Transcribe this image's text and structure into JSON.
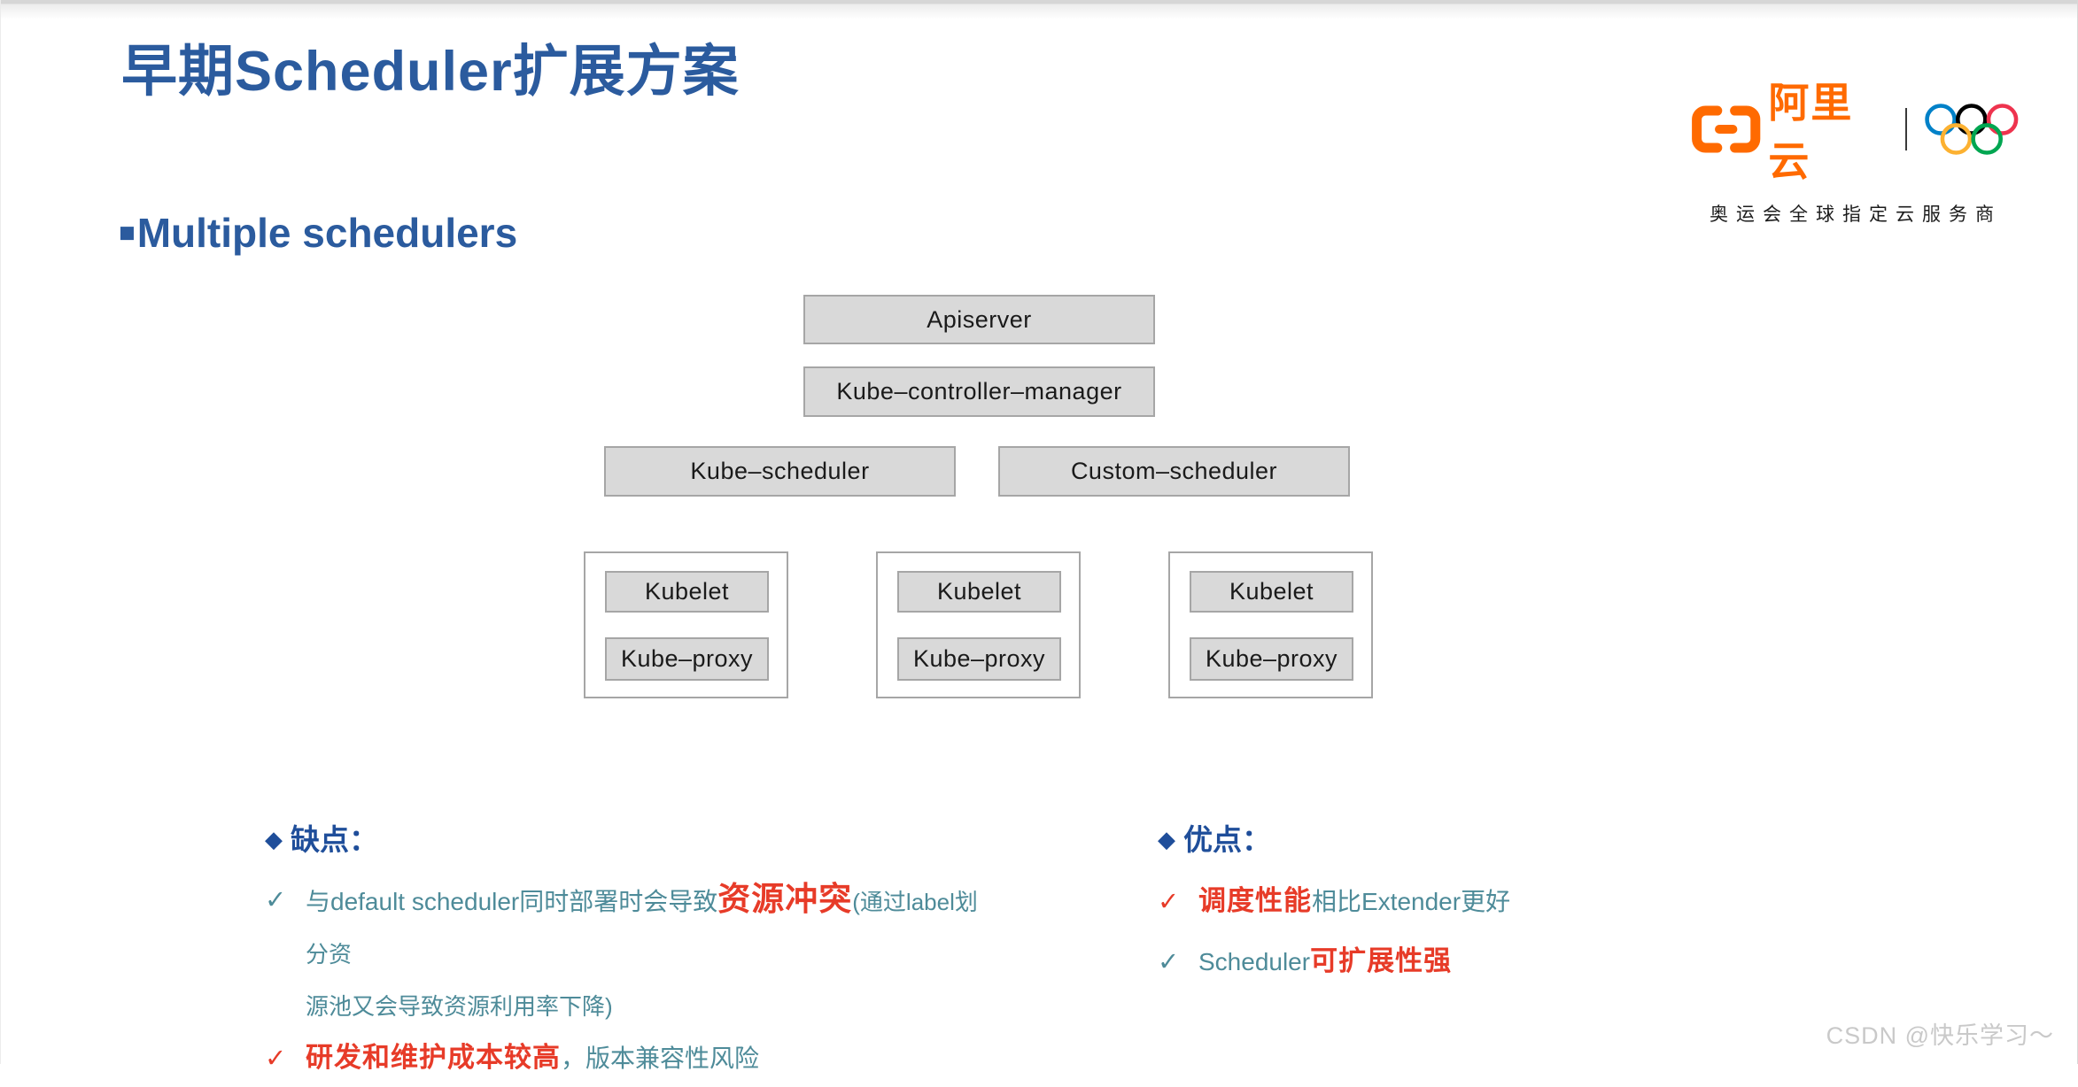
{
  "slide": {
    "title": "早期Scheduler扩展方案",
    "section": {
      "marker": "■",
      "label": "Multiple schedulers"
    }
  },
  "logo": {
    "brand": "阿里云",
    "tagline": "奥运会全球指定云服务商"
  },
  "diagram": {
    "apiserver": "Apiserver",
    "controller_manager": "Kube–controller–manager",
    "kube_scheduler": "Kube–scheduler",
    "custom_scheduler": "Custom–scheduler",
    "nodes": [
      {
        "kubelet": "Kubelet",
        "kube_proxy": "Kube–proxy"
      },
      {
        "kubelet": "Kubelet",
        "kube_proxy": "Kube–proxy"
      },
      {
        "kubelet": "Kubelet",
        "kube_proxy": "Kube–proxy"
      }
    ]
  },
  "cons": {
    "marker": "◆",
    "heading": "缺点：",
    "item1": {
      "check": "✓",
      "seg_before": "与default scheduler同时部署时会导致",
      "seg_emphasis": "资源冲突",
      "seg_paren_start": "(通过label划分资",
      "line2": "源池又会导致资源利用率下降)"
    },
    "item2": {
      "check": "✓",
      "seg_emphasis": "研发和维护成本较高",
      "seg_rest": "，版本兼容性风险"
    }
  },
  "pros": {
    "marker": "◆",
    "heading": "优点：",
    "item1": {
      "check": "✓",
      "seg_emphasis": "调度性能",
      "seg_rest": "相比Extender更好"
    },
    "item2": {
      "check": "✓",
      "seg_start": "Scheduler",
      "seg_emphasis": "可扩展性强"
    }
  },
  "watermark": {
    "text": "CSDN @快乐学习～"
  },
  "colors": {
    "accent_blue": "#2B5B9E",
    "label_blue": "#1F4E9A",
    "teal": "#4E8B99",
    "red": "#E73B28",
    "orange": "#FF6A00",
    "box_fill": "#D9D9D9",
    "box_border": "#A6A6A6",
    "watermark": "#C9C9C9",
    "ring_blue": "#0081C8",
    "ring_black": "#000000",
    "ring_red": "#EE334E",
    "ring_yellow": "#FCB131",
    "ring_green": "#00A651"
  }
}
